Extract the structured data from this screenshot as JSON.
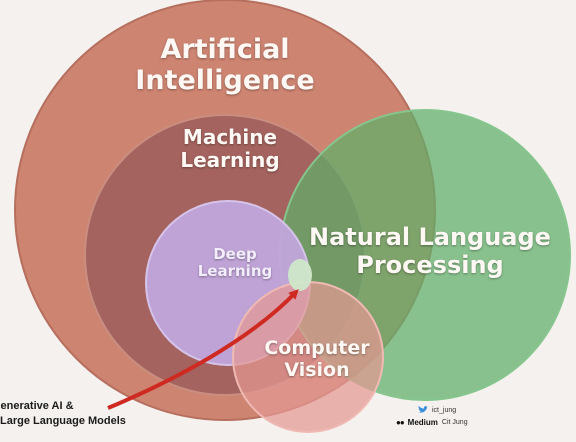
{
  "diagram": {
    "sets": [
      {
        "id": "ai",
        "label": "Artificial\nIntelligence"
      },
      {
        "id": "ml",
        "label": "Machine\nLearning"
      },
      {
        "id": "dl",
        "label": "Deep\nLearning"
      },
      {
        "id": "nlp",
        "label": "Natural Language\nProcessing"
      },
      {
        "id": "cv",
        "label": "Computer\nVision"
      }
    ],
    "annotation": {
      "line1": "Generative AI &",
      "line2": "Large Language Models"
    },
    "credits": {
      "twitter_handle": "ict_jung",
      "medium_word": "Medium",
      "medium_author": "Cit Jung"
    }
  },
  "colors": {
    "ai": "#cd8471",
    "ml": "#9c5d5a",
    "dl": "#c1a6dc",
    "nlp": "#5fae6a",
    "cv": "#e39893",
    "arrow": "#cf2a22",
    "twitter": "#3b8fd9"
  }
}
